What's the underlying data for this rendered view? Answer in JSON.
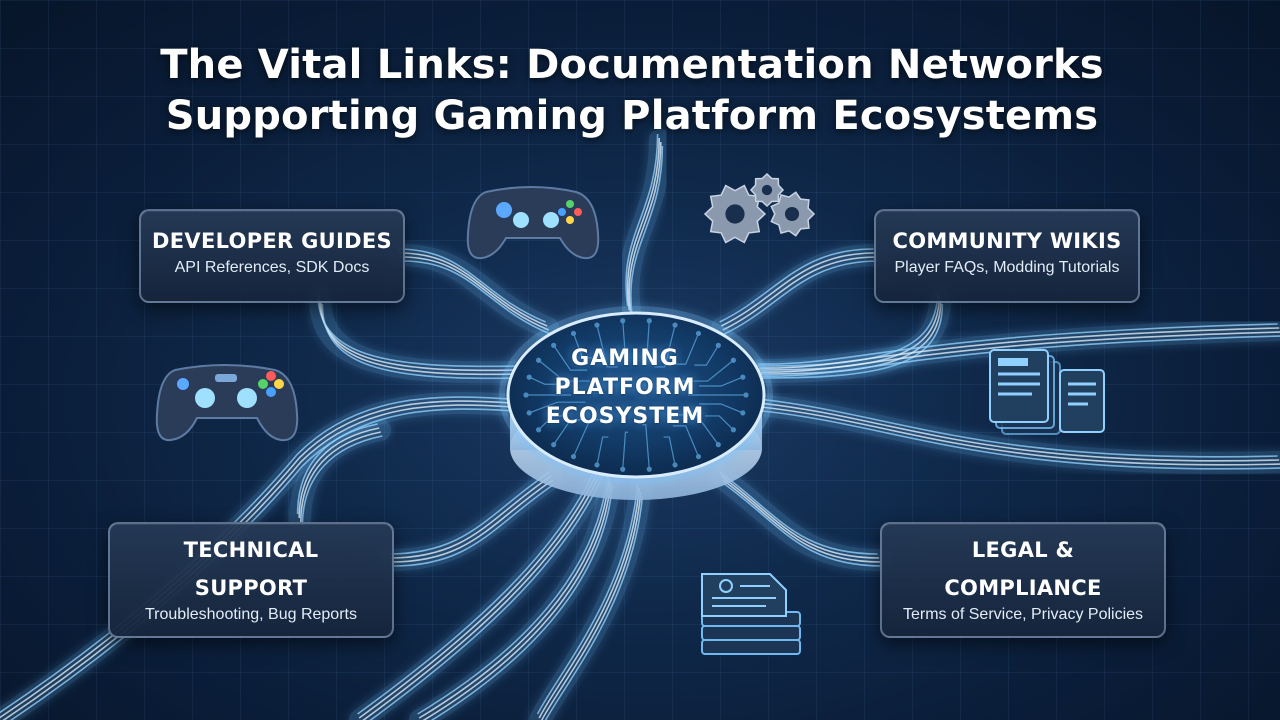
{
  "title": {
    "line1": "The Vital Links: Documentation Networks",
    "line2": "Supporting Gaming Platform Ecosystems"
  },
  "hub": {
    "line1": "GAMING",
    "line2": "PLATFORM",
    "line3": "ECOSYSTEM"
  },
  "nodes": {
    "developer": {
      "heading": "DEVELOPER GUIDES",
      "detail": "API References, SDK Docs"
    },
    "community": {
      "heading": "COMMUNITY WIKIS",
      "detail": "Player FAQs, Modding Tutorials"
    },
    "technical": {
      "heading_line1": "TECHNICAL",
      "heading_line2": "SUPPORT",
      "detail": "Troubleshooting, Bug Reports"
    },
    "legal": {
      "heading_line1": "LEGAL &",
      "heading_line2": "COMPLIANCE",
      "detail": "Terms of Service, Privacy Policies"
    }
  },
  "icons": [
    "gamepad-icon",
    "gamepad-icon",
    "gears-icon",
    "documents-icon",
    "document-stack-icon"
  ],
  "colors": {
    "background": "#0a1d38",
    "link_glow": "#6fc3ff",
    "hub_rim": "#cfe6ff",
    "card_border": "#96afcd"
  }
}
